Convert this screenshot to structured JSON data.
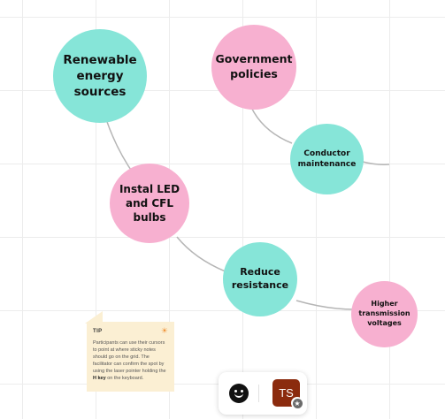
{
  "canvas": {
    "grid_color": "#ececec",
    "line_color": "#b5b5b5"
  },
  "nodes": [
    {
      "id": "renewable",
      "label": "Renewable energy sources",
      "color": "#86e5d8"
    },
    {
      "id": "government",
      "label": "Government policies",
      "color": "#f7b0d0"
    },
    {
      "id": "conductor",
      "label": "Conductor maintenance",
      "color": "#86e5d8"
    },
    {
      "id": "instal",
      "label": "Instal LED and CFL bulbs",
      "color": "#f7b0d0"
    },
    {
      "id": "reduce",
      "label": "Reduce resistance",
      "color": "#86e5d8"
    },
    {
      "id": "higher",
      "label": "Higher transmission voltages",
      "color": "#f7b0d0"
    }
  ],
  "tip": {
    "title": "TIP",
    "text_before": "Participants can use their cursors to point at where sticky notes should go on the grid. The facilitator can confirm the spot by using the laser pointer holding the ",
    "key": "H key",
    "text_after": " on the keyboard.",
    "icon": "sun-icon",
    "icon_color": "#f0943a"
  },
  "toolbar": {
    "reaction_icon": "smiley-icon",
    "avatar_initials": "TS",
    "avatar_color": "#8b2b0e",
    "badge_icon": "star-icon",
    "badge_glyph": "★"
  }
}
